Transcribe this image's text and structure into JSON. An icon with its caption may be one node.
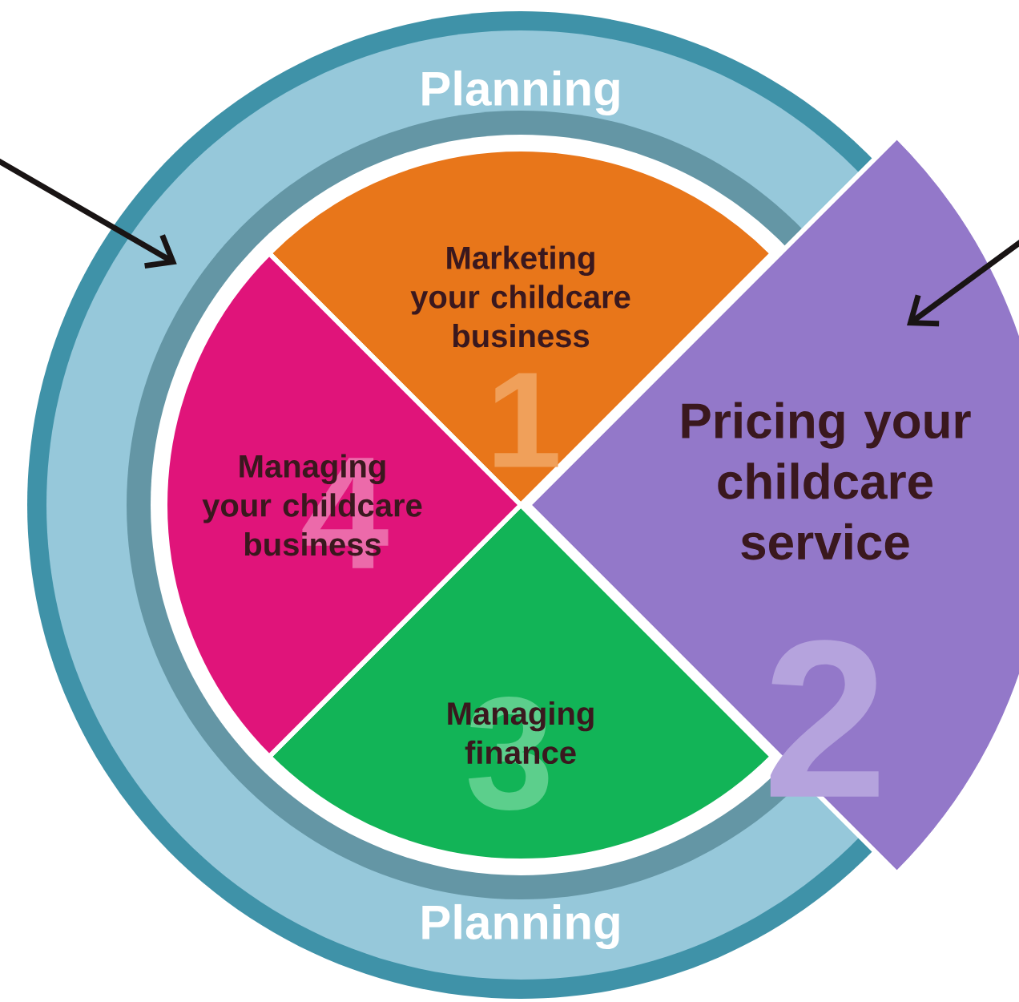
{
  "diagram": {
    "nodes": [
      {
        "text": [
          "Planning",
          "Planning"
        ]
      },
      {
        "text": [
          "Marketing your childcare business",
          "1"
        ],
        "in": 0
      },
      {
        "text": [
          "Pricing your childcare service",
          "2"
        ]
      },
      {
        "text": [
          "3",
          "Managing finance"
        ],
        "in": 0
      },
      {
        "text": [
          "4",
          "Managing your childcare business"
        ],
        "in": 0
      }
    ],
    "edges": [
      {
        "from": null,
        "to": 0,
        "arrow": "to"
      },
      {
        "from": null,
        "to": 2,
        "arrow": "to"
      }
    ]
  }
}
